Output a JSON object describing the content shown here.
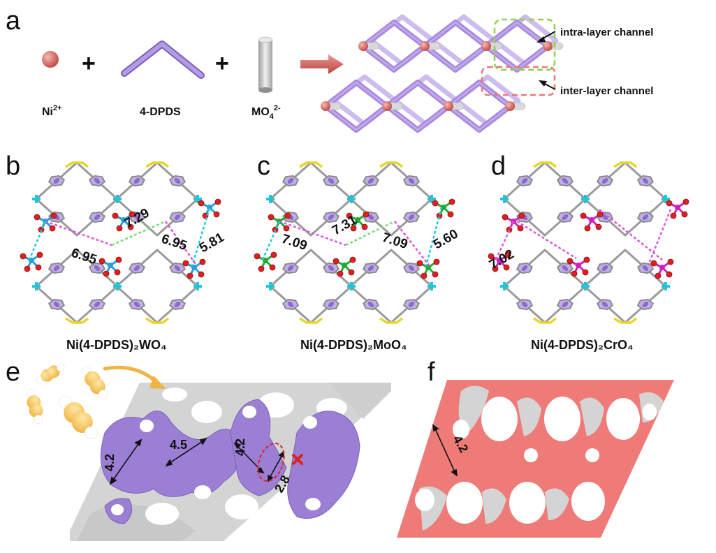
{
  "panels": {
    "a": {
      "letter": "a",
      "species": [
        {
          "label": "Ni",
          "sup": "2+",
          "sub": ""
        },
        {
          "label": "4-DPDS",
          "sup": "",
          "sub": ""
        },
        {
          "label": "MO",
          "sup": "2-",
          "sub": "4"
        }
      ],
      "operators": [
        "+",
        "+"
      ],
      "channels": [
        {
          "label": "intra-layer channel",
          "color": "#8fd14f"
        },
        {
          "label": "inter-layer channel",
          "color": "#ee7777"
        }
      ]
    },
    "b": {
      "letter": "b",
      "caption": "Ni(4-DPDS)₂WO₄",
      "distances": [
        "7.29",
        "6.95",
        "6.95",
        "5.81"
      ],
      "anion_color": "#2a9fd6"
    },
    "c": {
      "letter": "c",
      "caption": "Ni(4-DPDS)₂MoO₄",
      "distances": [
        "7.31",
        "7.09",
        "7.09",
        "5.60"
      ],
      "anion_color": "#22aa33"
    },
    "d": {
      "letter": "d",
      "caption": "Ni(4-DPDS)₂CrO₄",
      "distances": [
        "7.02"
      ],
      "anion_color": "#cc22bb"
    },
    "e": {
      "letter": "e",
      "pore_sizes": [
        "4.2",
        "4.5",
        "4.2",
        "2.8"
      ],
      "surface_color": "#9b7fd4"
    },
    "f": {
      "letter": "f",
      "pore_sizes": [
        "4.2"
      ],
      "surface_color": "#ee7b78"
    }
  },
  "colors": {
    "ligand": "#a989dd",
    "ligand_dark": "#8a6cc6",
    "nickel": "#e0706a",
    "anion_rod": "#c8c8c8",
    "sulfur": "#e6d62a",
    "ni_node": "#22c4d8",
    "oxygen": "#e02020",
    "arrow": "#d65c5c",
    "surface_grey": "#d4d4d4"
  }
}
